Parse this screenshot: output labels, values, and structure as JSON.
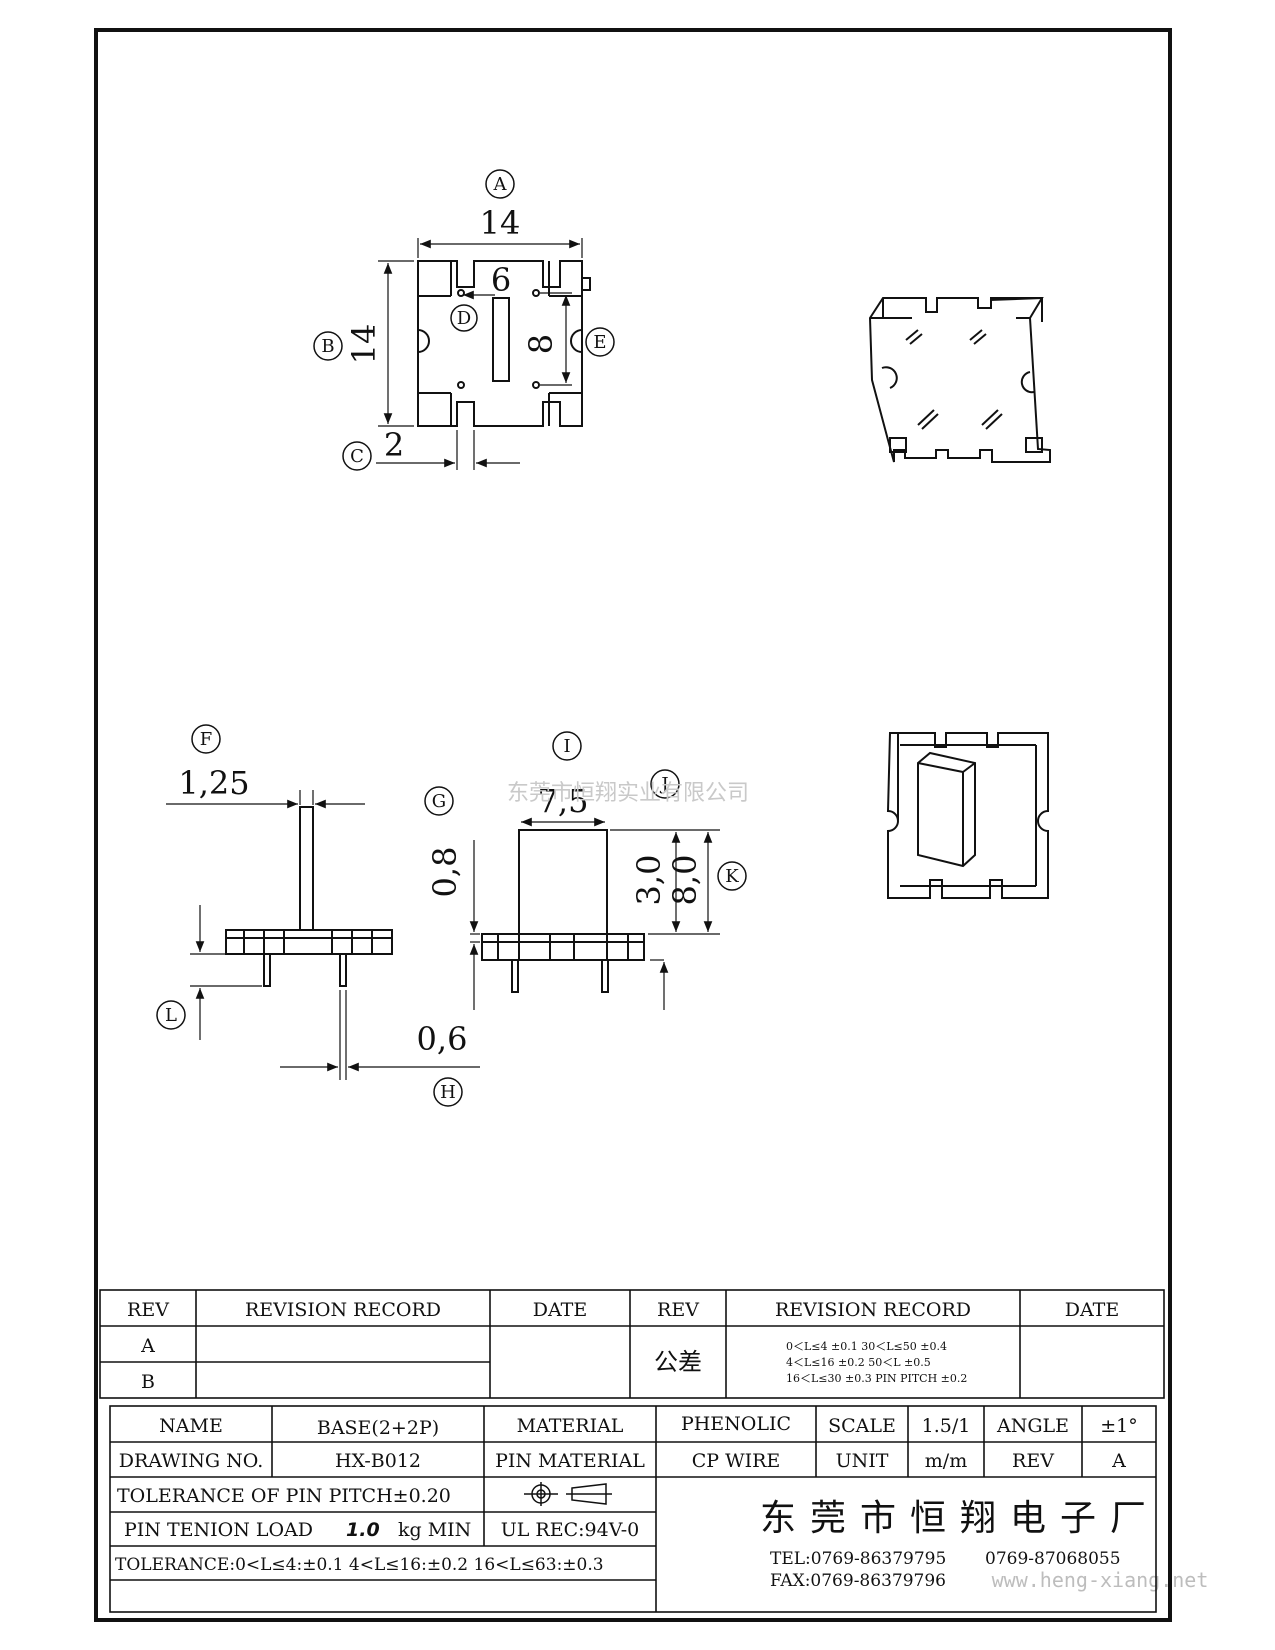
{
  "callouts": {
    "A": "A",
    "B": "B",
    "C": "C",
    "D": "D",
    "E": "E",
    "F": "F",
    "G": "G",
    "H": "H",
    "I": "I",
    "J": "J",
    "K": "K",
    "L": "L"
  },
  "dimensions": {
    "top_width": "14",
    "top_height": "14",
    "slot_width": "6",
    "pin_span": "8",
    "notch": "2",
    "pin_offset": "1,25",
    "flange": "0,8",
    "pin_dia": "0,6",
    "body_width": "7,5",
    "body_height_a": "3,0",
    "body_height_b": "8,0"
  },
  "watermark": {
    "company": "东莞市恒翔实业有限公司",
    "website": "www.heng-xiang.net"
  },
  "revision_table": {
    "headers": [
      "REV",
      "REVISION RECORD",
      "DATE",
      "REV",
      "REVISION RECORD",
      "DATE"
    ],
    "rows": [
      "A",
      "B"
    ],
    "tolerance_label": "公差",
    "tolerance_lines": [
      "0＜L≤4    ±0.1    30＜L≤50  ±0.4",
      "4＜L≤16   ±0.2    50＜L        ±0.5",
      "16＜L≤30  ±0.3    PIN PITCH    ±0.2"
    ]
  },
  "title_block": {
    "name_label": "NAME",
    "name_value": "BASE(2+2P)",
    "material_label": "MATERIAL",
    "material_value": "PHENOLIC",
    "scale_label": "SCALE",
    "scale_value": "1.5/1",
    "angle_label": "ANGLE",
    "angle_value": "±1°",
    "drawing_no_label": "DRAWING NO.",
    "drawing_no_value": "HX-B012",
    "pin_material_label": "PIN MATERIAL",
    "pin_material_value": "CP WIRE",
    "unit_label": "UNIT",
    "unit_value": "m/m",
    "rev_label": "REV",
    "rev_value": "A",
    "pin_pitch_tol": "TOLERANCE OF PIN PITCH±0.20",
    "pin_tension_prefix": "PIN TENION LOAD",
    "pin_tension_value": "1.0",
    "pin_tension_suffix": "kg MIN",
    "ul_rec": "UL REC:94V-0",
    "general_tol": "TOLERANCE:0<L≤4:±0.1  4<L≤16:±0.2   16<L≤63:±0.3",
    "company": "东莞市恒翔电子厂",
    "tel": "TEL:0769-86379795",
    "tel2": "0769-87068055",
    "fax": "FAX:0769-86379796"
  }
}
